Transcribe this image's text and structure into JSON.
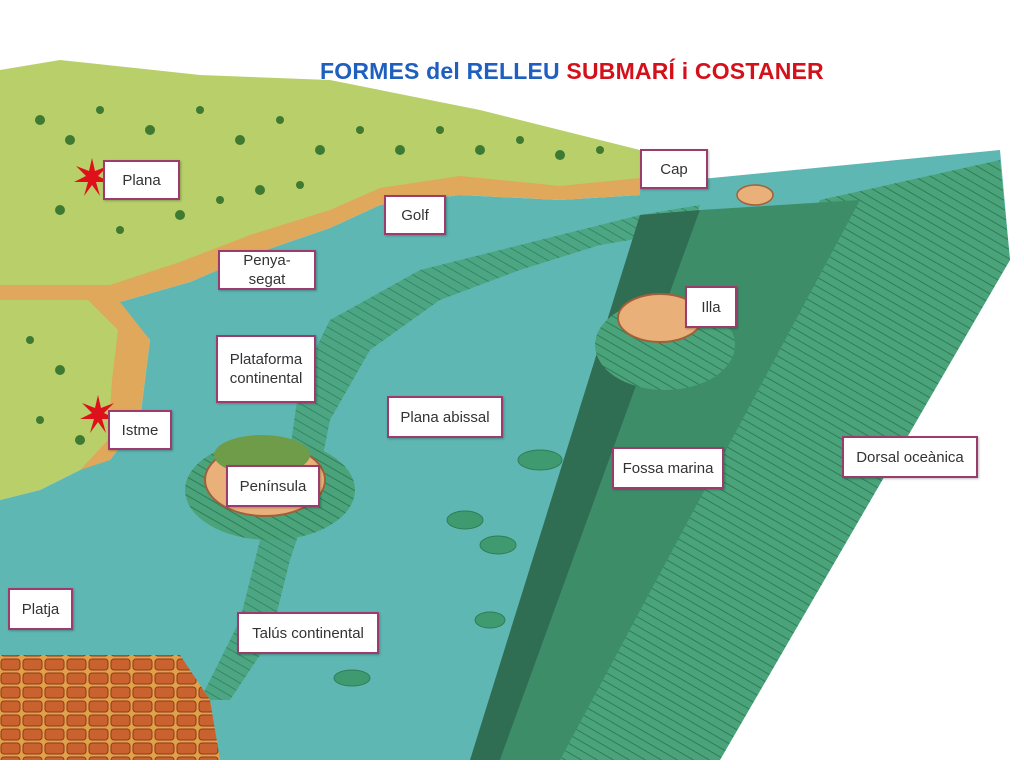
{
  "title": {
    "part1": "FORMES del RELLEU ",
    "part2": "SUBMARÍ i COSTANER",
    "color1": "#1f5fbf",
    "color2": "#d4101a"
  },
  "labels": {
    "plana": "Plana",
    "cap": "Cap",
    "golf": "Golf",
    "penya_segat": "Penya-segat",
    "illa": "Illa",
    "plataforma": "Plataforma continental",
    "plana_abissal": "Plana abissal",
    "istme": "Istme",
    "peninsula": "Península",
    "fossa": "Fossa marina",
    "dorsal": "Dorsal oceànica",
    "platja": "Platja",
    "talus": "Talús continental"
  },
  "colors": {
    "sea": "#5fb7b3",
    "land": "#b8cf6a",
    "sand": "#e0a85a",
    "ridge": "#3f9a70",
    "label_border": "#9b3b6e",
    "star": "#e0101a"
  }
}
